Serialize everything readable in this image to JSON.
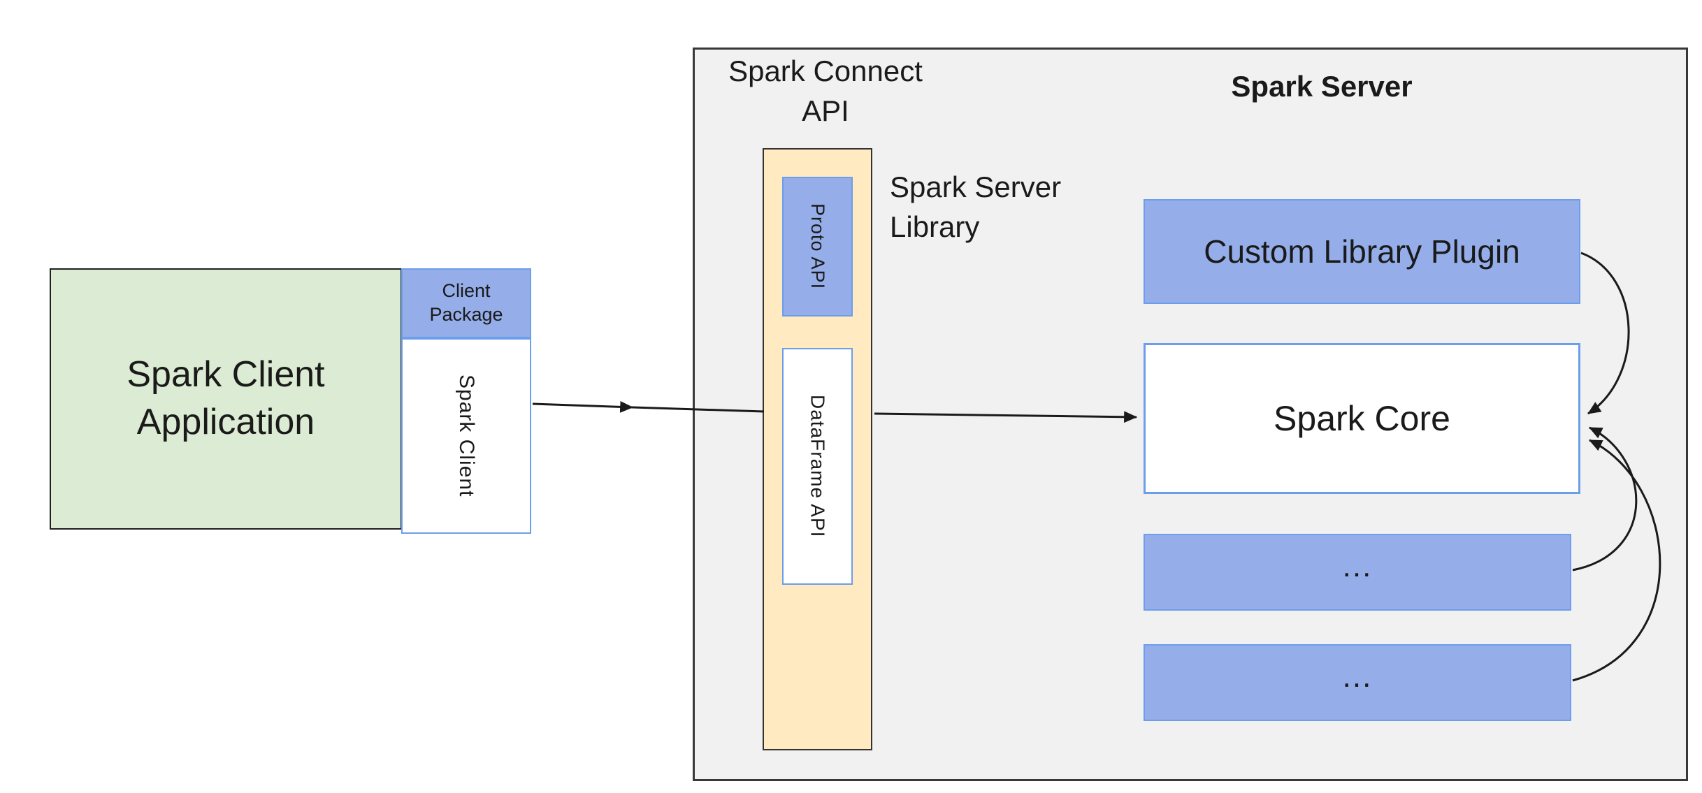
{
  "diagram": {
    "client": {
      "app_line1": "Spark Client",
      "app_line2": "Application",
      "package_line1": "Client",
      "package_line2": "Package",
      "spark_client": "Spark Client"
    },
    "connect_api": {
      "title_line1": "Spark Connect",
      "title_line2": "API",
      "proto_api": "Proto API",
      "dataframe_api": "DataFrame API",
      "library_line1": "Spark Server",
      "library_line2": "Library"
    },
    "server": {
      "title": "Spark Server",
      "plugin": "Custom Library Plugin",
      "core": "Spark Core",
      "more1": "...",
      "more2": "..."
    },
    "colors": {
      "green_fill": "#dcebd3",
      "blue_fill": "#95aee9",
      "blue_border": "#6d9eeb",
      "yellow_fill": "#ffeac1",
      "gray_fill": "#f1f1f2",
      "stroke": "#1a1a1a"
    }
  }
}
